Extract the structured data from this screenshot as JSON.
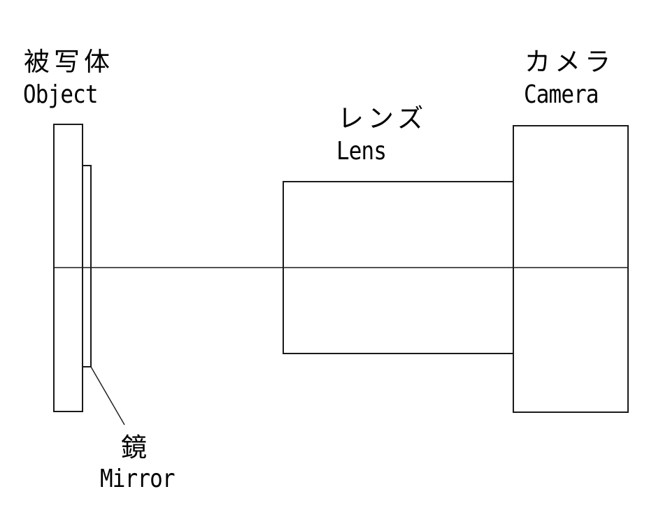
{
  "labels": {
    "object": {
      "jp": "被写体",
      "en": "Object"
    },
    "mirror": {
      "jp": "鏡",
      "en": "Mirror"
    },
    "lens": {
      "jp": "レンズ",
      "en": "Lens"
    },
    "camera": {
      "jp": "カメラ",
      "en": "Camera"
    }
  },
  "colors": {
    "stroke": "#1a1a1a",
    "background": "#ffffff"
  }
}
